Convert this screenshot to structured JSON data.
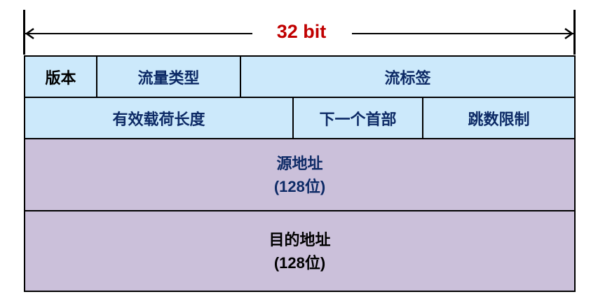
{
  "width_label": "32 bit",
  "colors": {
    "width_label": "#c00000",
    "header_fill": "#cce9fb",
    "address_fill": "#cbc0da",
    "text_dark_blue": "#0d2a66"
  },
  "row1": {
    "version": "版本",
    "traffic_class": "流量类型",
    "flow_label": "流标签"
  },
  "row2": {
    "payload_length": "有效载荷长度",
    "next_header": "下一个首部",
    "hop_limit": "跳数限制"
  },
  "source": {
    "title": "源地址",
    "size": "(128位)"
  },
  "destination": {
    "title": "目的地址",
    "size": "(128位)"
  }
}
